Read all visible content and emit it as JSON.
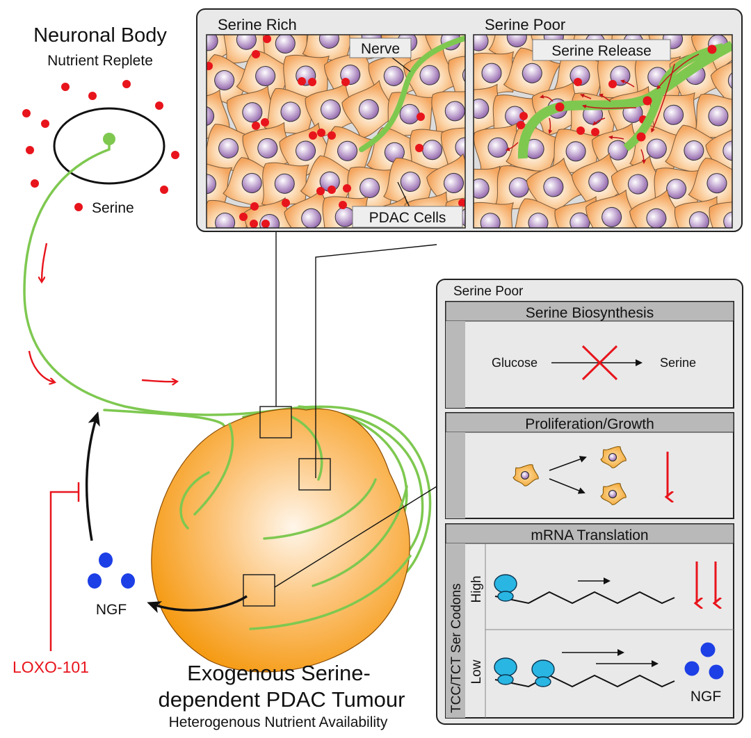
{
  "neuron": {
    "title": "Neuronal Body",
    "subtitle": "Nutrient Replete",
    "serine_legend": "Serine"
  },
  "panels": {
    "rich_title": "Serine Rich",
    "poor_title": "Serine Poor",
    "nerve_label": "Nerve",
    "pdac_label": "PDAC Cells",
    "release_label": "Serine Release"
  },
  "tumour": {
    "title_line1": "Exogenous Serine-",
    "title_line2": "dependent PDAC Tumour",
    "subtitle": "Heterogenous Nutrient Availability"
  },
  "ngf_label": "NGF",
  "drug_label": "LOXO-101",
  "effects": {
    "title": "Serine Poor",
    "biosynthesis": {
      "title": "Serine Biosynthesis",
      "from": "Glucose",
      "to": "Serine"
    },
    "proliferation": {
      "title": "Proliferation/Growth"
    },
    "translation": {
      "title": "mRNA Translation",
      "axis_label": "TCC/TCT Ser Codons",
      "row_high": "High",
      "row_low": "Low",
      "product": "NGF"
    }
  },
  "colors": {
    "serine": "#e8141c",
    "nerve": "#7ec850",
    "ngf": "#1d3fe6",
    "tumour": "#f7a325",
    "ribosome": "#29b6e3",
    "panel_bg": "#e9e9e9",
    "header_bg": "#b9b9b9",
    "inhibitor": "#e8141c"
  }
}
